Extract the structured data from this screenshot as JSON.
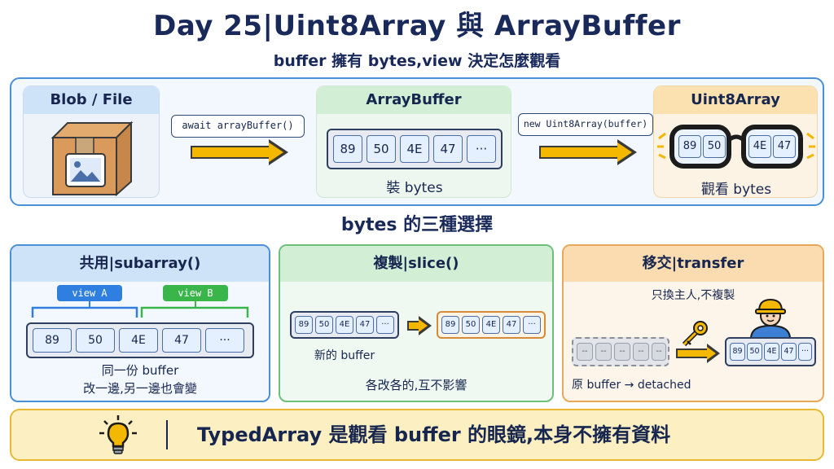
{
  "header": {
    "title": "Day 25|Uint8Array 與 ArrayBuffer",
    "subtitle": "buffer 擁有 bytes,view 決定怎麼觀看"
  },
  "flow": {
    "blob": {
      "label": "Blob / File",
      "icon": "box-with-image-icon"
    },
    "step1_code": "await arrayBuffer()",
    "arraybuffer": {
      "label": "ArrayBuffer",
      "bytes": [
        "89",
        "50",
        "4E",
        "47",
        "···"
      ],
      "caption": "裝 bytes"
    },
    "step2_code": "new Uint8Array(buffer)",
    "uint8array": {
      "label": "Uint8Array",
      "lens_left": [
        "89",
        "50"
      ],
      "lens_right": [
        "4E",
        "47"
      ],
      "caption": "觀看 bytes",
      "icon": "glasses-icon"
    }
  },
  "section_title": "bytes 的三種選擇",
  "choices": {
    "share": {
      "title": "共用|subarray()",
      "view_a": "view A",
      "view_b": "view B",
      "bytes": [
        "89",
        "50",
        "4E",
        "47",
        "···"
      ],
      "caption_line1": "同一份 buffer",
      "caption_line2": "改一邊,另一邊也會變"
    },
    "copy": {
      "title": "複製|slice()",
      "source_bytes": [
        "89",
        "50",
        "4E",
        "47",
        "···"
      ],
      "copy_bytes": [
        "89",
        "50",
        "4E",
        "47",
        "···"
      ],
      "source_caption": "新的 buffer",
      "caption": "各改各的,互不影響"
    },
    "transfer": {
      "title": "移交|transfer",
      "subtitle": "只換主人,不複製",
      "old_bytes": [
        "--",
        "--",
        "--",
        "--",
        "--"
      ],
      "new_bytes": [
        "89",
        "50",
        "4E",
        "47",
        "···"
      ],
      "caption": "原 buffer → detached",
      "key_icon": "key-icon",
      "owner_icon": "worker-avatar-icon"
    }
  },
  "tip": {
    "icon": "lightbulb-icon",
    "text": "TypedArray 是觀看 buffer 的眼鏡,本身不擁有資料"
  },
  "colors": {
    "navy": "#18295a",
    "blue_border": "#4a90d9",
    "green_border": "#6cc07a",
    "orange_border": "#e8a85a",
    "arrow_yellow": "#f5b800",
    "tip_bg": "#fcefc2"
  }
}
